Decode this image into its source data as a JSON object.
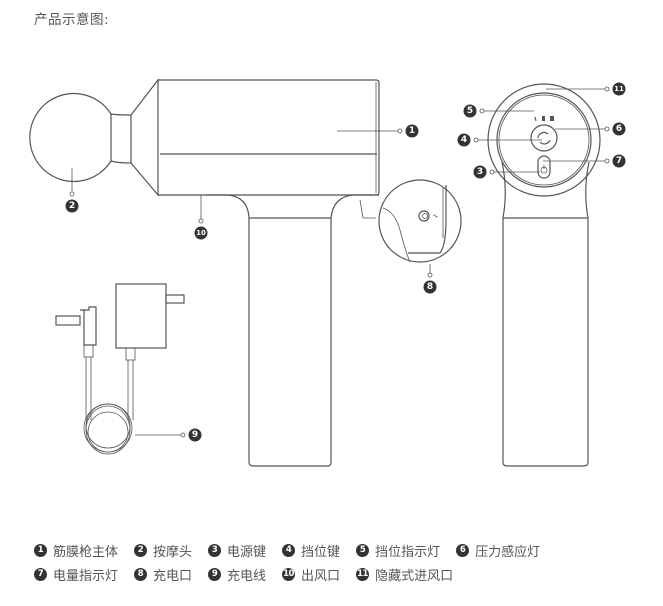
{
  "title": "产品示意图:",
  "colors": {
    "line": "#555555",
    "badge": "#333333",
    "background": "#ffffff"
  },
  "callouts": [
    {
      "num": "1",
      "label": "筋膜枪主体"
    },
    {
      "num": "2",
      "label": "按摩头"
    },
    {
      "num": "3",
      "label": "电源键"
    },
    {
      "num": "4",
      "label": "挡位键"
    },
    {
      "num": "5",
      "label": "挡位指示灯"
    },
    {
      "num": "6",
      "label": "压力感应灯"
    },
    {
      "num": "7",
      "label": "电量指示灯"
    },
    {
      "num": "8",
      "label": "充电口"
    },
    {
      "num": "9",
      "label": "充电线"
    },
    {
      "num": "10",
      "label": "出风口"
    },
    {
      "num": "11",
      "label": "隐藏式进风口"
    }
  ],
  "icons": {
    "power": "power-icon",
    "gear_cycle": "cycle-icon",
    "charge_bolt": "lightning-icon"
  }
}
